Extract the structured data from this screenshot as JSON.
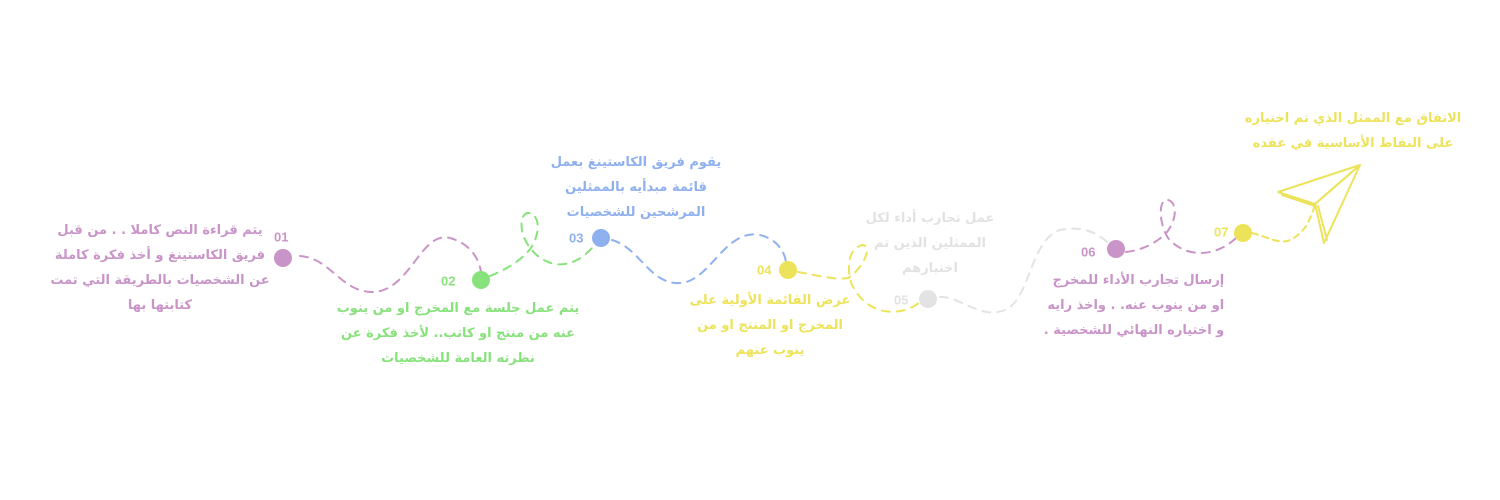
{
  "colors": {
    "step1": "#c994c8",
    "step2": "#87e27b",
    "step3": "#8fb0ee",
    "step4": "#ede35a",
    "step5": "#e3e3e3",
    "step6": "#c994c8",
    "step7": "#ede35a"
  },
  "steps": [
    {
      "number": "01",
      "lines": [
        "يتم قراءة النص كاملا . . من قبل",
        "فريق الكاستينغ و أخذ فكرة كاملة",
        "عن الشخصيات بالطريقة التي تمت",
        "كتابتها بها"
      ]
    },
    {
      "number": "02",
      "lines": [
        "يتم عمل جلسة مع المخرج او من ينوب",
        "عنه من منتج او كاتب.. لأخذ فكرة عن",
        "نظرته العامة للشخصيات"
      ]
    },
    {
      "number": "03",
      "lines": [
        "يقوم فريق الكاستينغ بعمل",
        "قائمة مبدأيه بالممثلين",
        "المرشحين للشخصيات"
      ]
    },
    {
      "number": "04",
      "lines": [
        "عرض القائمة الأولية على",
        "المخرج او المنتج او من",
        "ينوب عنهم"
      ]
    },
    {
      "number": "05",
      "lines": [
        "عمل تجارب أداء لكل",
        "الممثلين الذين تم",
        "اختيارهم"
      ]
    },
    {
      "number": "06",
      "lines": [
        "إرسال تجارب الأداء للمخرج",
        "او من ينوب عنه. . واخذ رايه",
        "و اختياره النهائي للشخصية ."
      ]
    },
    {
      "number": "07",
      "lines": [
        "الاتفاق مع الممثل الذي تم اختياره",
        "على النقاط الأساسية في عقده"
      ]
    }
  ],
  "icons": {
    "end": "paper-plane-icon"
  }
}
